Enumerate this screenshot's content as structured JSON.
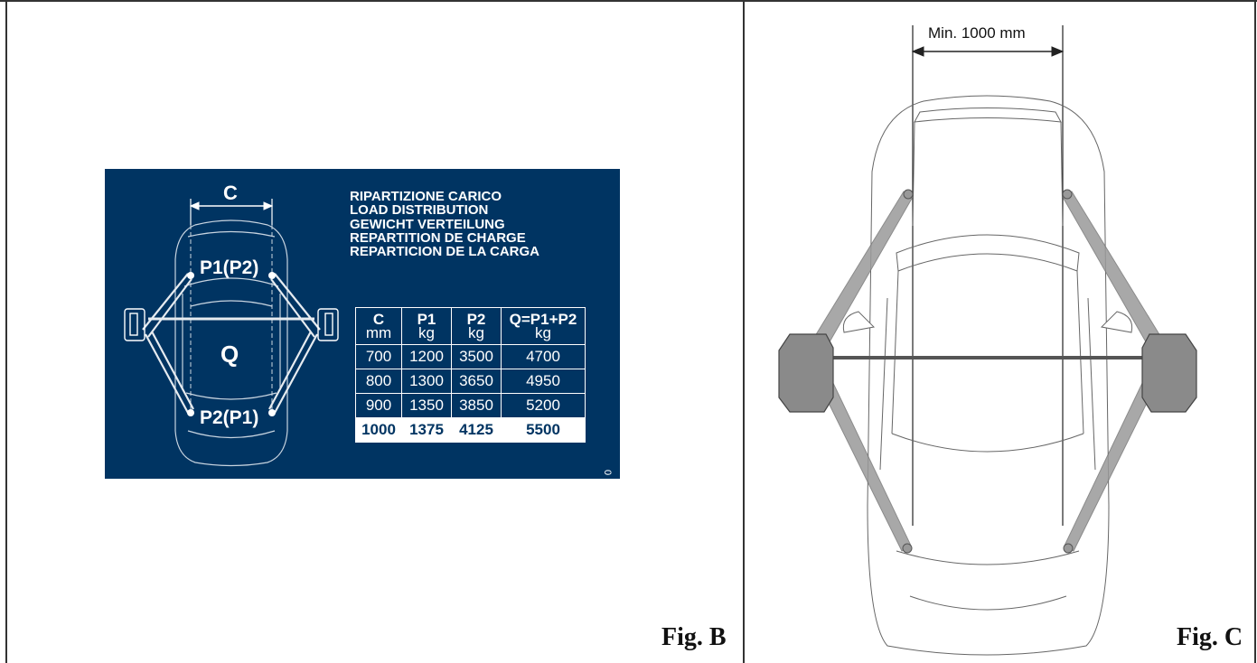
{
  "figures": {
    "fig_b": {
      "caption": "Fig. B",
      "plate": {
        "dimension_label": "C",
        "point_front": "P1(P2)",
        "point_rear": "P2(P1)",
        "center_label": "Q",
        "corner_mark": "0",
        "heading": [
          "RIPARTIZIONE CARICO",
          "LOAD DISTRIBUTION",
          "GEWICHT VERTEILUNG",
          "REPARTITION DE CHARGE",
          "REPARTICION DE LA CARGA"
        ],
        "table": {
          "headers": [
            {
              "name": "C",
              "unit": "mm"
            },
            {
              "name": "P1",
              "unit": "kg"
            },
            {
              "name": "P2",
              "unit": "kg"
            },
            {
              "name": "Q=P1+P2",
              "unit": "kg"
            }
          ],
          "rows": [
            [
              "700",
              "1200",
              "3500",
              "4700"
            ],
            [
              "800",
              "1300",
              "3650",
              "4950"
            ],
            [
              "900",
              "1350",
              "3850",
              "5200"
            ],
            [
              "1000",
              "1375",
              "4125",
              "5500"
            ]
          ]
        }
      }
    },
    "fig_c": {
      "caption": "Fig. C",
      "dimension_label": "Min. 1000 mm"
    }
  },
  "colors": {
    "plate_blue": "#003462",
    "line": "#333333",
    "lift_gray": "#9a9a9a"
  }
}
